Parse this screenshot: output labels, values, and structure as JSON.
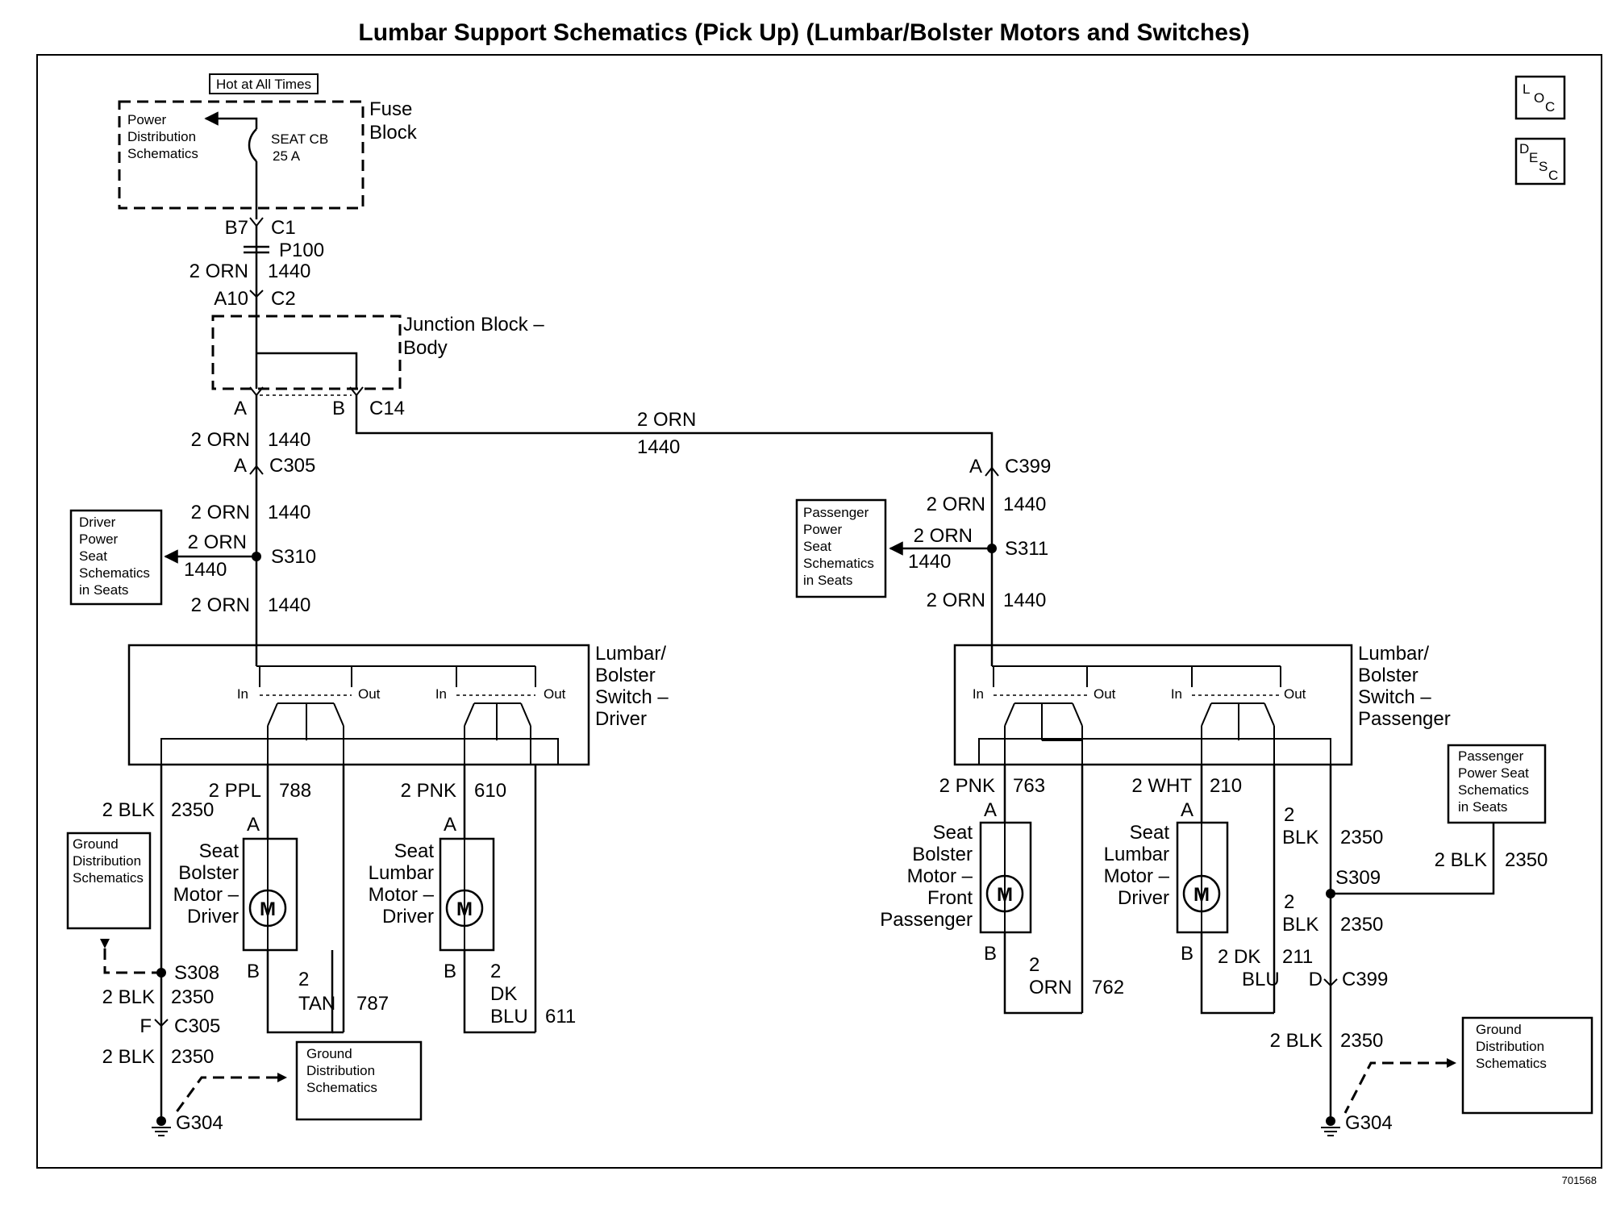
{
  "title": "Lumbar Support Schematics (Pick Up) (Lumbar/Bolster Motors and Switches)",
  "figure_id": "701568",
  "icons": {
    "loc": [
      "L",
      "O",
      "C"
    ],
    "desc": [
      "D",
      "E",
      "S",
      "C"
    ]
  },
  "fuse": {
    "hot": "Hot at All Times",
    "block_line1": "Fuse",
    "block_line2": "Block",
    "ref_line1": "Power",
    "ref_line2": "Distribution",
    "ref_line3": "Schematics",
    "cb_line1": "SEAT CB",
    "cb_line2": "25 A",
    "pin_b7": "B7",
    "conn_c1": "C1",
    "p100": "P100",
    "wire_color": "2 ORN",
    "circuit": "1440",
    "pin_a10": "A10",
    "conn_c2": "C2"
  },
  "junction": {
    "line1": "Junction Block –",
    "line2": "Body",
    "pin_a": "A",
    "pin_b": "B",
    "conn": "C14"
  },
  "cross": {
    "color": "2 ORN",
    "circuit": "1440"
  },
  "left": {
    "w1_color": "2 ORN",
    "w1_circuit": "1440",
    "c305_pin": "A",
    "c305": "C305",
    "w2_color": "2 ORN",
    "w2_circuit": "1440",
    "splice": "S310",
    "branch_color": "2 ORN",
    "branch_circuit": "1440",
    "ref_lines": [
      "Driver",
      "Power",
      "Seat",
      "Schematics",
      "in Seats"
    ],
    "w3_color": "2 ORN",
    "w3_circuit": "1440",
    "switch_lines": [
      "Lumbar/",
      "Bolster",
      "Switch –",
      "Driver"
    ],
    "in1": "In",
    "out1": "Out",
    "in2": "In",
    "out2": "Out",
    "blk_color": "2 BLK",
    "blk_circuit": "2350",
    "ground_ref": [
      "Ground",
      "Distribution",
      "Schematics"
    ],
    "s308": "S308",
    "blk2_color": "2 BLK",
    "blk2_circuit": "2350",
    "f_pin": "F",
    "f_conn": "C305",
    "blk3_color": "2 BLK",
    "blk3_circuit": "2350",
    "ground_ref2": [
      "Ground",
      "Distribution",
      "Schematics"
    ],
    "ground": "G304",
    "motor1": {
      "top_color": "2 PPL",
      "top_circuit": "788",
      "pin_a": "A",
      "pin_b": "B",
      "name": [
        "Seat",
        "Bolster",
        "Motor –",
        "Driver"
      ],
      "symbol": "M",
      "bot_color": [
        "2",
        "TAN"
      ],
      "bot_circuit": "787"
    },
    "motor2": {
      "top_color": "2 PNK",
      "top_circuit": "610",
      "pin_a": "A",
      "pin_b": "B",
      "name": [
        "Seat",
        "Lumbar",
        "Motor –",
        "Driver"
      ],
      "symbol": "M",
      "bot_color": [
        "2",
        "DK",
        "BLU"
      ],
      "bot_circuit": "611"
    }
  },
  "right": {
    "c399_pin": "A",
    "c399": "C399",
    "w1_color": "2 ORN",
    "w1_circuit": "1440",
    "splice": "S311",
    "branch_color": "2 ORN",
    "branch_circuit": "1440",
    "ref_lines": [
      "Passenger",
      "Power",
      "Seat",
      "Schematics",
      "in Seats"
    ],
    "w2_color": "2 ORN",
    "w2_circuit": "1440",
    "switch_lines": [
      "Lumbar/",
      "Bolster",
      "Switch –",
      "Passenger"
    ],
    "in1": "In",
    "out1": "Out",
    "in2": "In",
    "out2": "Out",
    "motor1": {
      "top_color": "2 PNK",
      "top_circuit": "763",
      "pin_a": "A",
      "pin_b": "B",
      "name": [
        "Seat",
        "Bolster",
        "Motor –",
        "Front",
        "Passenger"
      ],
      "symbol": "M",
      "bot_color": [
        "2",
        "ORN"
      ],
      "bot_circuit": "762"
    },
    "motor2": {
      "top_color": "2 WHT",
      "top_circuit": "210",
      "pin_a": "A",
      "pin_b": "B",
      "name": [
        "Seat",
        "Lumbar",
        "Motor –",
        "Driver"
      ],
      "symbol": "M",
      "bot_color": [
        "2 DK",
        "BLU"
      ],
      "bot_circuit": "211"
    },
    "blk1_color": [
      "2",
      "BLK"
    ],
    "blk1_circuit": "2350",
    "s309": "S309",
    "pass_ref": [
      "Passenger",
      "Power Seat",
      "Schematics",
      "in Seats"
    ],
    "pass_color": "2 BLK",
    "pass_circuit": "2350",
    "blk2_color": [
      "2",
      "BLK"
    ],
    "blk2_circuit": "2350",
    "d_pin": "D",
    "d_conn": "C399",
    "blk3_color": "2 BLK",
    "blk3_circuit": "2350",
    "ground_ref": [
      "Ground",
      "Distribution",
      "Schematics"
    ],
    "ground": "G304"
  }
}
